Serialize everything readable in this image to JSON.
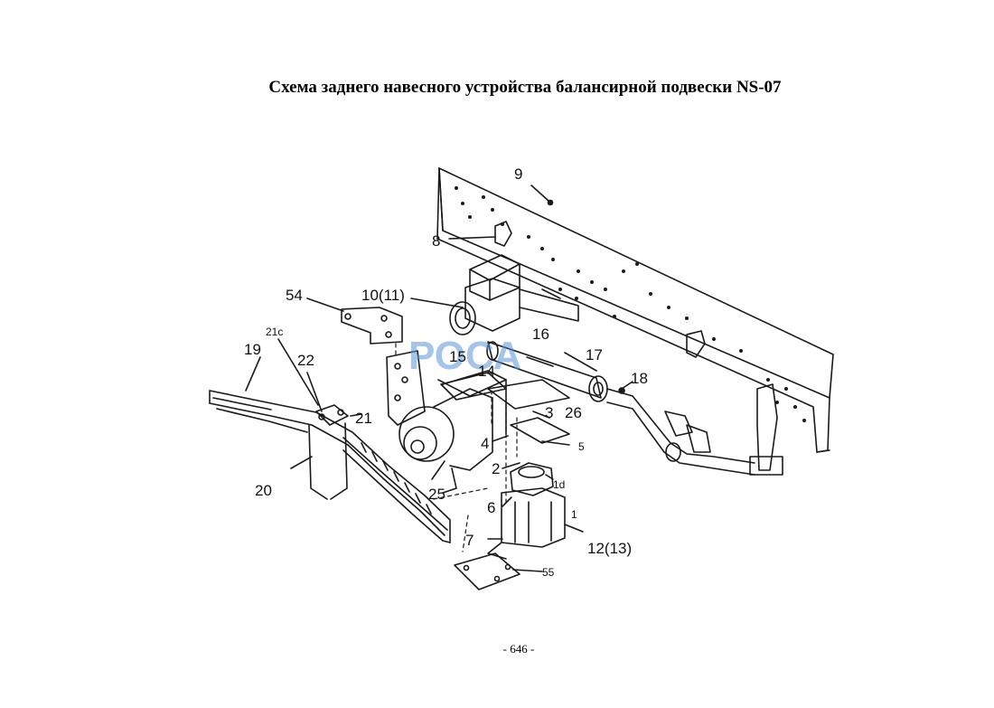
{
  "title": "Схема заднего навесного устройства балансирной подвески NS-07",
  "page_number": "- 646 -",
  "watermark": "РОСА",
  "callouts": {
    "c9": "9",
    "c8": "8",
    "c10": "10(11)",
    "c54": "54",
    "c21c": "21c",
    "c19": "19",
    "c22": "22",
    "c21": "21",
    "c15": "15",
    "c14": "14",
    "c16": "16",
    "c17": "17",
    "c18": "18",
    "c3": "3",
    "c26": "26",
    "c4": "4",
    "c5": "5",
    "c2": "2",
    "c1d": "1d",
    "c6": "6",
    "c1": "1",
    "c25": "25",
    "c20": "20",
    "c7": "7",
    "c12": "12(13)",
    "c55": "55"
  }
}
